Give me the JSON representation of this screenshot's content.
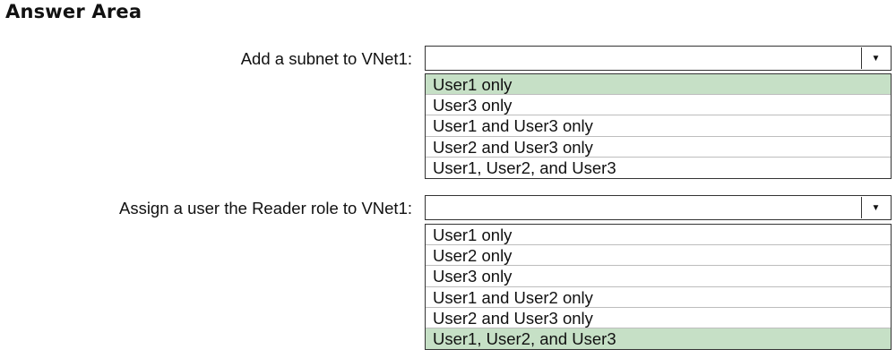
{
  "title": "Answer Area",
  "questions": [
    {
      "label": "Add a subnet to VNet1:",
      "dropdown_icon": "triangle-down-icon",
      "options": [
        {
          "text": "User1 only",
          "selected": true
        },
        {
          "text": "User3 only",
          "selected": false
        },
        {
          "text": "User1 and User3 only",
          "selected": false
        },
        {
          "text": "User2 and User3 only",
          "selected": false
        },
        {
          "text": "User1, User2, and User3",
          "selected": false
        }
      ]
    },
    {
      "label": "Assign a user the Reader role to VNet1:",
      "dropdown_icon": "triangle-down-icon",
      "options": [
        {
          "text": "User1 only",
          "selected": false
        },
        {
          "text": "User2 only",
          "selected": false
        },
        {
          "text": "User3 only",
          "selected": false
        },
        {
          "text": "User1 and User2 only",
          "selected": false
        },
        {
          "text": "User2 and User3 only",
          "selected": false
        },
        {
          "text": "User1, User2, and User3",
          "selected": true
        }
      ]
    }
  ],
  "colors": {
    "selected_background": "#c6e0c6",
    "border": "#333333"
  }
}
